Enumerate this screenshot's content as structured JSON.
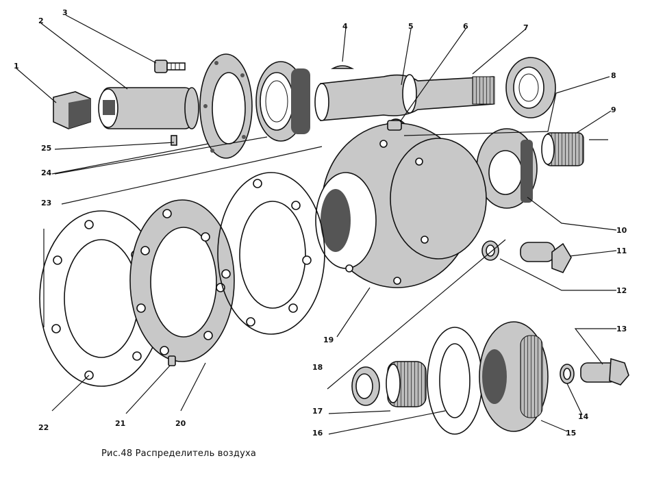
{
  "caption": "Рис.48 Распределитель воздуха",
  "callouts": [
    "1",
    "2",
    "3",
    "4",
    "5",
    "6",
    "7",
    "8",
    "9",
    "10",
    "11",
    "12",
    "13",
    "14",
    "15",
    "16",
    "17",
    "18",
    "19",
    "20",
    "21",
    "22",
    "23",
    "24",
    "25"
  ]
}
